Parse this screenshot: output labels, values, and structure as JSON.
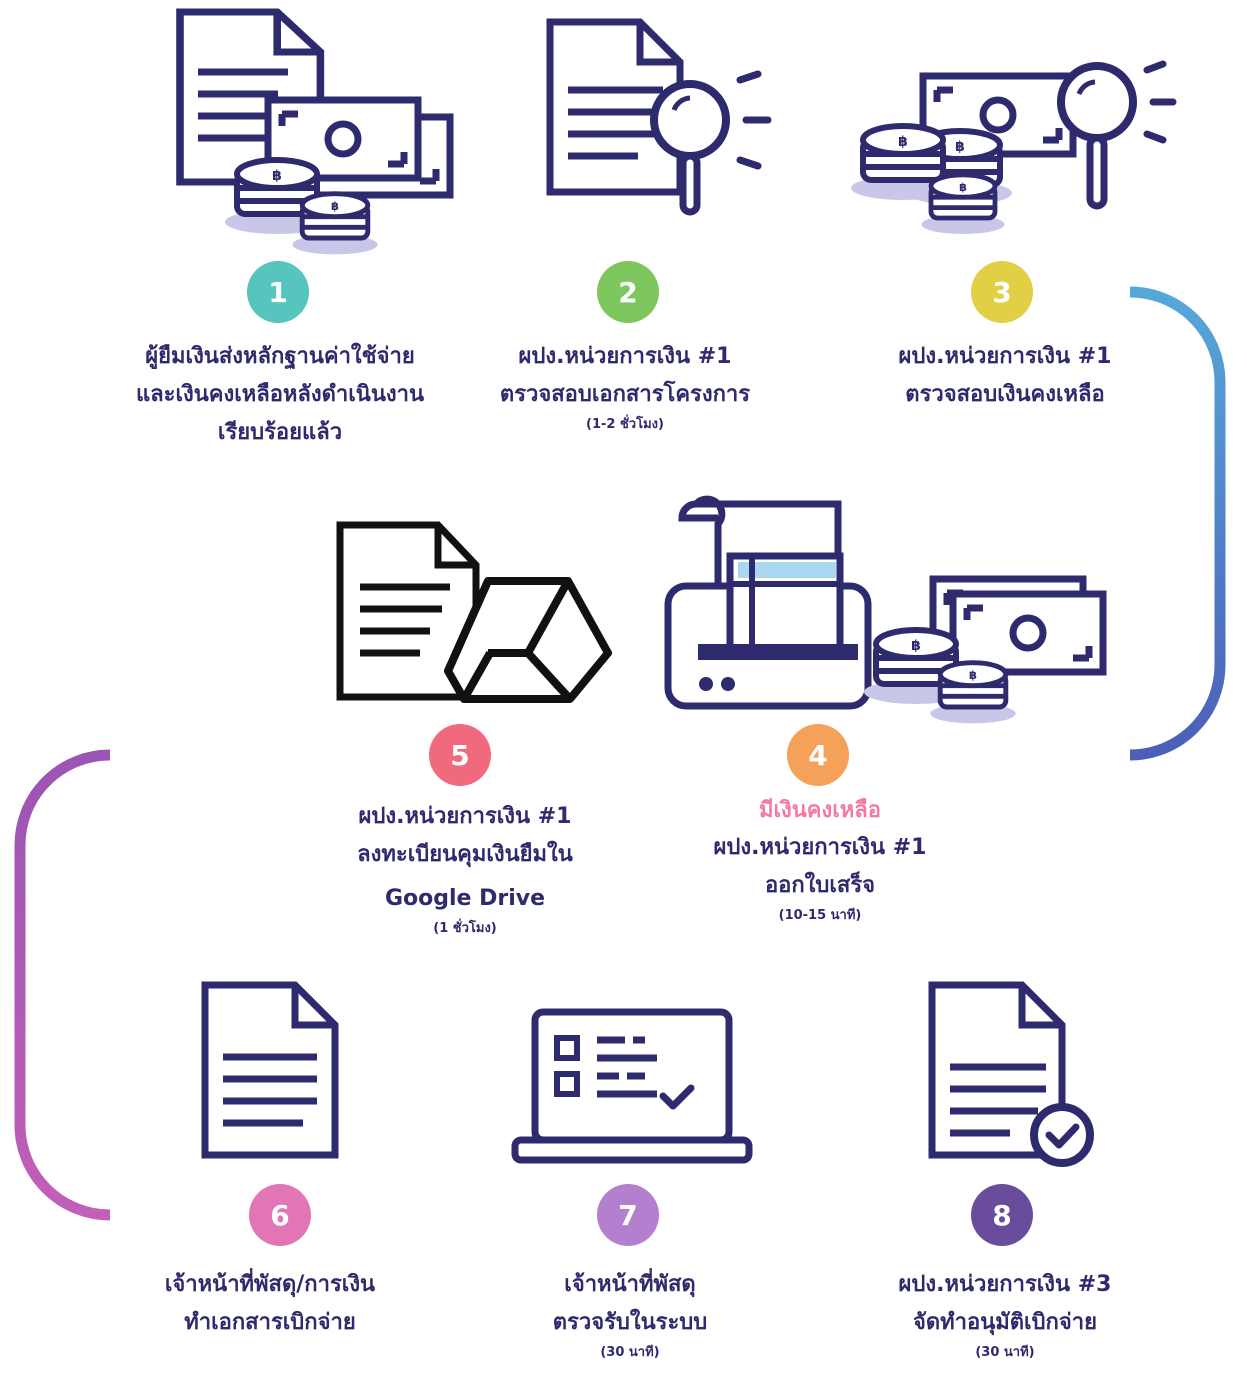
{
  "steps": [
    {
      "number": "1",
      "color": "#55c5bd",
      "lines": [
        "ผู้ยืมเงินส่งหลักฐานค่าใช้จ่าย",
        "และเงินคงเหลือหลังดำเนินงาน",
        "เรียบร้อยแล้ว"
      ],
      "note": ""
    },
    {
      "number": "2",
      "color": "#7dc75e",
      "lines": [
        "ผปง.หน่วยการเงิน #1",
        "ตรวจสอบเอกสารโครงการ"
      ],
      "note": "(1-2 ชั่วโมง)"
    },
    {
      "number": "3",
      "color": "#e3cf45",
      "lines": [
        "ผปง.หน่วยการเงิน #1",
        "ตรวจสอบเงินคงเหลือ"
      ],
      "note": ""
    },
    {
      "number": "4",
      "color": "#f5a15a",
      "highlight": "มีเงินคงเหลือ",
      "lines": [
        "ผปง.หน่วยการเงิน #1",
        "ออกใบเสร็จ"
      ],
      "note": "(10-15 นาที)"
    },
    {
      "number": "5",
      "color": "#f0697d",
      "lines": [
        "ผปง.หน่วยการเงิน #1",
        "ลงทะเบียนคุมเงินยืมใน",
        "Google Drive"
      ],
      "note": "(1 ชั่วโมง)"
    },
    {
      "number": "6",
      "color": "#e275b6",
      "lines": [
        "เจ้าหน้าที่พัสดุ/การเงิน",
        "ทำเอกสารเบิกจ่าย"
      ],
      "note": ""
    },
    {
      "number": "7",
      "color": "#b47fcf",
      "lines": [
        "เจ้าหน้าที่พัสดุ",
        "ตรวจรับในระบบ"
      ],
      "note": "(30 นาที)"
    },
    {
      "number": "8",
      "color": "#6a4c9c",
      "lines": [
        "ผปง.หน่วยการเงิน #3",
        "จัดทำอนุมัติเบิกจ่าย"
      ],
      "note": "(30 นาที)"
    }
  ],
  "icons": [
    "document-money-coins-icon",
    "document-magnifier-icon",
    "money-coins-magnifier-icon",
    "printer-receipt-money-icon",
    "document-google-drive-icon",
    "document-icon",
    "laptop-checklist-icon",
    "document-approved-icon"
  ],
  "colors": {
    "ink": "#2e2a6e",
    "coin_shadow": "#c9c7e8"
  }
}
